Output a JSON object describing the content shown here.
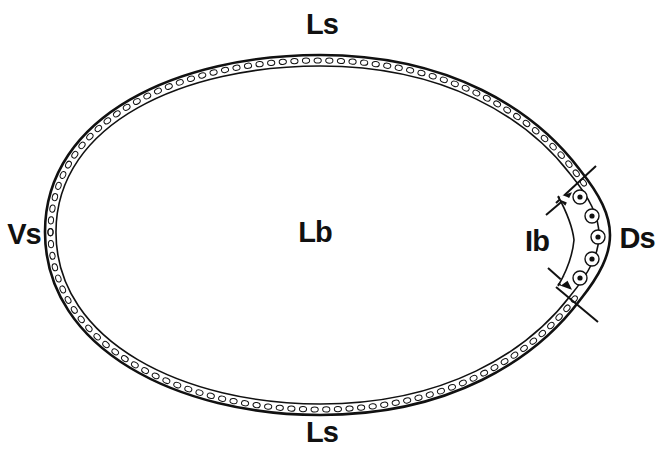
{
  "diagram": {
    "nodes": [
      {
        "text": [
          "Lb"
        ]
      }
    ],
    "labels": [
      "Ls",
      "Vs",
      "Ib",
      "Ds",
      "Ls"
    ]
  }
}
